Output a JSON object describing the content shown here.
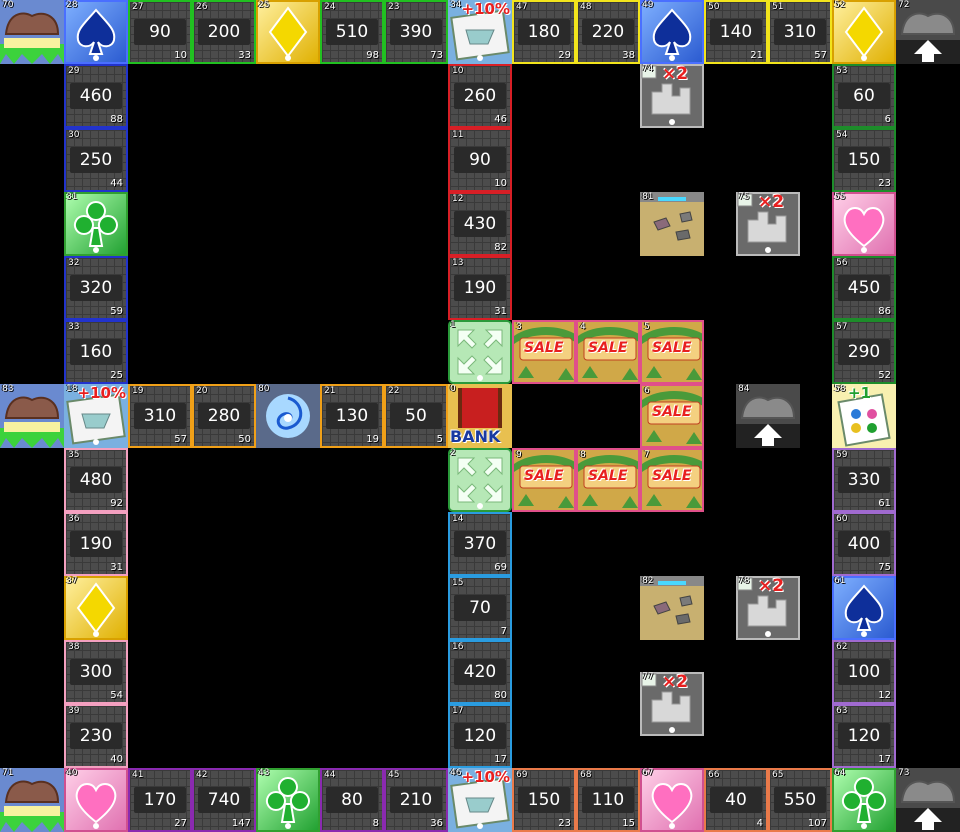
{
  "colors": {
    "green": "#21c021",
    "blue": "#2233cc",
    "red": "#d81f26",
    "yellow": "#f2e41c",
    "orange": "#f0a018",
    "pink": "#f4a0c0",
    "violet": "#a06ad0",
    "cyan": "#2a9ce0",
    "darkgreen": "#1d8c2a",
    "salmon": "#ea7a4a",
    "purple": "#8a2ab0",
    "magenta": "#e0508a"
  },
  "tiles": [
    {
      "id": "70",
      "kind": "corner",
      "icon": "ghost-home-icon",
      "col": 0,
      "row": 0
    },
    {
      "id": "28",
      "kind": "suit",
      "suit": "spade",
      "icon": "spade-icon",
      "col": 1,
      "row": 0
    },
    {
      "id": "27",
      "kind": "property",
      "price": "90",
      "sub": "10",
      "color": "green",
      "col": 2,
      "row": 0
    },
    {
      "id": "26",
      "kind": "property",
      "price": "200",
      "sub": "33",
      "color": "green",
      "col": 3,
      "row": 0
    },
    {
      "id": "25",
      "kind": "suit",
      "suit": "diamond",
      "icon": "diamond-icon",
      "col": 4,
      "row": 0
    },
    {
      "id": "24",
      "kind": "property",
      "price": "510",
      "sub": "98",
      "color": "green",
      "col": 5,
      "row": 0
    },
    {
      "id": "23",
      "kind": "property",
      "price": "390",
      "sub": "73",
      "color": "green",
      "col": 6,
      "row": 0
    },
    {
      "id": "34",
      "kind": "bonus",
      "label": "+10%",
      "icon": "bonus-card-icon",
      "col": 7,
      "row": 0
    },
    {
      "id": "47",
      "kind": "property",
      "price": "180",
      "sub": "29",
      "color": "yellow",
      "col": 8,
      "row": 0
    },
    {
      "id": "48",
      "kind": "property",
      "price": "220",
      "sub": "38",
      "color": "yellow",
      "col": 9,
      "row": 0
    },
    {
      "id": "49",
      "kind": "suit",
      "suit": "spade",
      "icon": "spade-icon",
      "col": 10,
      "row": 0
    },
    {
      "id": "50",
      "kind": "property",
      "price": "140",
      "sub": "21",
      "color": "yellow",
      "col": 11,
      "row": 0
    },
    {
      "id": "51",
      "kind": "property",
      "price": "310",
      "sub": "57",
      "color": "yellow",
      "col": 12,
      "row": 0
    },
    {
      "id": "52",
      "kind": "suit",
      "suit": "diamond",
      "icon": "diamond-icon",
      "col": 13,
      "row": 0
    },
    {
      "id": "72",
      "kind": "arrow",
      "icon": "arrow-up-icon",
      "col": 14,
      "row": 0
    },
    {
      "id": "29",
      "kind": "property",
      "price": "460",
      "sub": "88",
      "color": "blue",
      "col": 1,
      "row": 1
    },
    {
      "id": "30",
      "kind": "property",
      "price": "250",
      "sub": "44",
      "color": "blue",
      "col": 1,
      "row": 2
    },
    {
      "id": "31",
      "kind": "suit",
      "suit": "club",
      "icon": "club-icon",
      "col": 1,
      "row": 3
    },
    {
      "id": "32",
      "kind": "property",
      "price": "320",
      "sub": "59",
      "color": "blue",
      "col": 1,
      "row": 4
    },
    {
      "id": "33",
      "kind": "property",
      "price": "160",
      "sub": "25",
      "color": "blue",
      "col": 1,
      "row": 5
    },
    {
      "id": "83",
      "kind": "corner",
      "icon": "ghost-home-icon",
      "col": 0,
      "row": 6
    },
    {
      "id": "18",
      "kind": "bonus",
      "label": "+10%",
      "icon": "bonus-card-icon",
      "col": 1,
      "row": 6
    },
    {
      "id": "19",
      "kind": "property",
      "price": "310",
      "sub": "57",
      "color": "orange",
      "col": 2,
      "row": 6
    },
    {
      "id": "20",
      "kind": "property",
      "price": "280",
      "sub": "50",
      "color": "orange",
      "col": 3,
      "row": 6
    },
    {
      "id": "80",
      "kind": "vortex",
      "icon": "vortex-icon",
      "col": 4,
      "row": 6
    },
    {
      "id": "21",
      "kind": "property",
      "price": "130",
      "sub": "19",
      "color": "orange",
      "col": 5,
      "row": 6
    },
    {
      "id": "22",
      "kind": "property",
      "price": "50",
      "sub": "5",
      "color": "orange",
      "col": 6,
      "row": 6
    },
    {
      "id": "0",
      "kind": "bank",
      "label": "BANK",
      "icon": "bank-icon",
      "col": 7,
      "row": 6
    },
    {
      "id": "35",
      "kind": "property",
      "price": "480",
      "sub": "92",
      "color": "pink",
      "col": 1,
      "row": 7
    },
    {
      "id": "36",
      "kind": "property",
      "price": "190",
      "sub": "31",
      "color": "pink",
      "col": 1,
      "row": 8
    },
    {
      "id": "37",
      "kind": "suit",
      "suit": "diamond",
      "icon": "diamond-icon",
      "col": 1,
      "row": 9
    },
    {
      "id": "38",
      "kind": "property",
      "price": "300",
      "sub": "54",
      "color": "pink",
      "col": 1,
      "row": 10
    },
    {
      "id": "39",
      "kind": "property",
      "price": "230",
      "sub": "40",
      "color": "pink",
      "col": 1,
      "row": 11
    },
    {
      "id": "10",
      "kind": "property",
      "price": "260",
      "sub": "46",
      "color": "red",
      "col": 7,
      "row": 1
    },
    {
      "id": "11",
      "kind": "property",
      "price": "90",
      "sub": "10",
      "color": "red",
      "col": 7,
      "row": 2
    },
    {
      "id": "12",
      "kind": "property",
      "price": "430",
      "sub": "82",
      "color": "red",
      "col": 7,
      "row": 3
    },
    {
      "id": "13",
      "kind": "property",
      "price": "190",
      "sub": "31",
      "color": "red",
      "col": 7,
      "row": 4
    },
    {
      "id": "1",
      "kind": "warp",
      "icon": "warp-arrows-icon",
      "col": 7,
      "row": 5
    },
    {
      "id": "3",
      "kind": "sale",
      "label": "SALE",
      "icon": "sale-sign-icon",
      "col": 8,
      "row": 5
    },
    {
      "id": "4",
      "kind": "sale",
      "label": "SALE",
      "icon": "sale-sign-icon",
      "col": 9,
      "row": 5
    },
    {
      "id": "5",
      "kind": "sale",
      "label": "SALE",
      "icon": "sale-sign-icon",
      "col": 10,
      "row": 5
    },
    {
      "id": "6",
      "kind": "sale",
      "label": "SALE",
      "icon": "sale-sign-icon",
      "col": 10,
      "row": 6
    },
    {
      "id": "2",
      "kind": "warp",
      "icon": "warp-arrows-icon",
      "col": 7,
      "row": 7
    },
    {
      "id": "9",
      "kind": "sale",
      "label": "SALE",
      "icon": "sale-sign-icon",
      "col": 8,
      "row": 7
    },
    {
      "id": "8",
      "kind": "sale",
      "label": "SALE",
      "icon": "sale-sign-icon",
      "col": 9,
      "row": 7
    },
    {
      "id": "7",
      "kind": "sale",
      "label": "SALE",
      "icon": "sale-sign-icon",
      "col": 10,
      "row": 7
    },
    {
      "id": "14",
      "kind": "property",
      "price": "370",
      "sub": "69",
      "color": "cyan",
      "col": 7,
      "row": 8
    },
    {
      "id": "15",
      "kind": "property",
      "price": "70",
      "sub": "7",
      "color": "cyan",
      "col": 7,
      "row": 9
    },
    {
      "id": "16",
      "kind": "property",
      "price": "420",
      "sub": "80",
      "color": "cyan",
      "col": 7,
      "row": 10
    },
    {
      "id": "17",
      "kind": "property",
      "price": "120",
      "sub": "17",
      "color": "cyan",
      "col": 7,
      "row": 11
    },
    {
      "id": "74",
      "kind": "multiplier",
      "label": "×2",
      "icon": "city-icon",
      "col": 10,
      "row": 1
    },
    {
      "id": "81",
      "kind": "rocks",
      "icon": "rocks-icon",
      "col": 10,
      "row": 3
    },
    {
      "id": "75",
      "kind": "multiplier",
      "label": "×2",
      "icon": "city-icon",
      "col": 11.5,
      "row": 3
    },
    {
      "id": "84",
      "kind": "arrow",
      "icon": "arrow-up-icon",
      "col": 11.5,
      "row": 6
    },
    {
      "id": "82",
      "kind": "rocks",
      "icon": "rocks-icon",
      "col": 10,
      "row": 9
    },
    {
      "id": "78",
      "kind": "multiplier",
      "label": "×2",
      "icon": "city-icon",
      "col": 11.5,
      "row": 9
    },
    {
      "id": "77",
      "kind": "multiplier",
      "label": "×2",
      "icon": "city-icon",
      "col": 10,
      "row": 10.5
    },
    {
      "id": "53",
      "kind": "property",
      "price": "60",
      "sub": "6",
      "color": "darkgreen",
      "col": 13,
      "row": 1
    },
    {
      "id": "54",
      "kind": "property",
      "price": "150",
      "sub": "23",
      "color": "darkgreen",
      "col": 13,
      "row": 2
    },
    {
      "id": "55",
      "kind": "suit",
      "suit": "heart",
      "icon": "heart-icon",
      "col": 13,
      "row": 3
    },
    {
      "id": "56",
      "kind": "property",
      "price": "450",
      "sub": "86",
      "color": "darkgreen",
      "col": 13,
      "row": 4
    },
    {
      "id": "57",
      "kind": "property",
      "price": "290",
      "sub": "52",
      "color": "darkgreen",
      "col": 13,
      "row": 5
    },
    {
      "id": "58",
      "kind": "suits-bonus",
      "label": "+1",
      "icon": "suits-card-icon",
      "col": 13,
      "row": 6
    },
    {
      "id": "59",
      "kind": "property",
      "price": "330",
      "sub": "61",
      "color": "violet",
      "col": 13,
      "row": 7
    },
    {
      "id": "60",
      "kind": "property",
      "price": "400",
      "sub": "75",
      "color": "violet",
      "col": 13,
      "row": 8
    },
    {
      "id": "61",
      "kind": "suit",
      "suit": "spade",
      "icon": "spade-icon",
      "col": 13,
      "row": 9
    },
    {
      "id": "62",
      "kind": "property",
      "price": "100",
      "sub": "12",
      "color": "violet",
      "col": 13,
      "row": 10
    },
    {
      "id": "63",
      "kind": "property",
      "price": "120",
      "sub": "17",
      "color": "violet",
      "col": 13,
      "row": 11
    },
    {
      "id": "71",
      "kind": "corner",
      "icon": "ghost-home-icon",
      "col": 0,
      "row": 12
    },
    {
      "id": "40",
      "kind": "suit",
      "suit": "heart",
      "icon": "heart-icon",
      "col": 1,
      "row": 12
    },
    {
      "id": "41",
      "kind": "property",
      "price": "170",
      "sub": "27",
      "color": "purple",
      "col": 2,
      "row": 12
    },
    {
      "id": "42",
      "kind": "property",
      "price": "740",
      "sub": "147",
      "color": "purple",
      "col": 3,
      "row": 12
    },
    {
      "id": "43",
      "kind": "suit",
      "suit": "club",
      "icon": "club-icon",
      "col": 4,
      "row": 12
    },
    {
      "id": "44",
      "kind": "property",
      "price": "80",
      "sub": "8",
      "color": "purple",
      "col": 5,
      "row": 12
    },
    {
      "id": "45",
      "kind": "property",
      "price": "210",
      "sub": "36",
      "color": "purple",
      "col": 6,
      "row": 12
    },
    {
      "id": "46",
      "kind": "bonus",
      "label": "+10%",
      "icon": "bonus-card-icon",
      "col": 7,
      "row": 12
    },
    {
      "id": "69",
      "kind": "property",
      "price": "150",
      "sub": "23",
      "color": "salmon",
      "col": 8,
      "row": 12
    },
    {
      "id": "68",
      "kind": "property",
      "price": "110",
      "sub": "15",
      "color": "salmon",
      "col": 9,
      "row": 12
    },
    {
      "id": "67",
      "kind": "suit",
      "suit": "heart",
      "icon": "heart-icon",
      "col": 10,
      "row": 12
    },
    {
      "id": "66",
      "kind": "property",
      "price": "40",
      "sub": "4",
      "color": "salmon",
      "col": 11,
      "row": 12
    },
    {
      "id": "65",
      "kind": "property",
      "price": "550",
      "sub": "107",
      "color": "salmon",
      "col": 12,
      "row": 12
    },
    {
      "id": "64",
      "kind": "suit",
      "suit": "club",
      "icon": "club-icon",
      "col": 13,
      "row": 12
    },
    {
      "id": "73",
      "kind": "arrow",
      "icon": "arrow-up-icon",
      "col": 14,
      "row": 12
    }
  ]
}
